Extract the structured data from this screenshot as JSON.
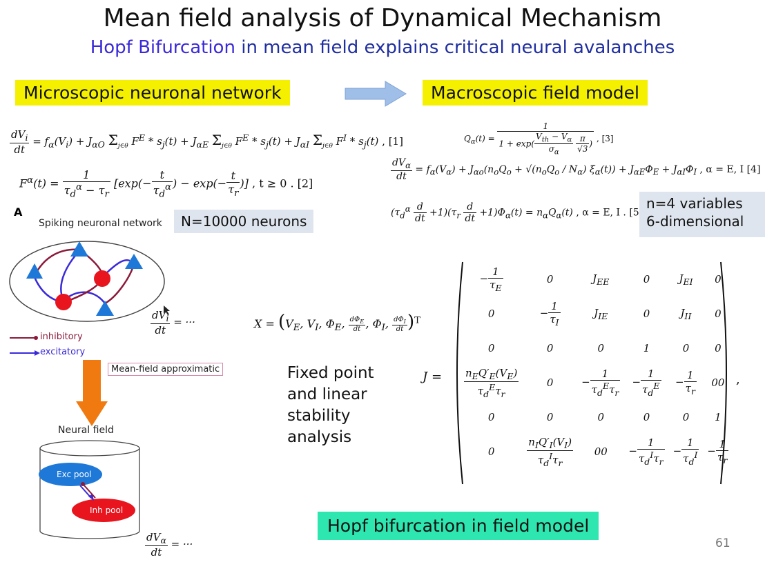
{
  "header": {
    "title": "Mean field analysis of Dynamical Mechanism",
    "subtitle_hl": "Hopf Bifurcation",
    "subtitle_rest": " in mean field explains critical neural  avalanches"
  },
  "tags": {
    "micro": "Microscopic neuronal network",
    "macro": "Macroscopic field model",
    "neurons": "N=10000 neurons",
    "variables_1": "n=4 variables",
    "variables_2": "6-dimensional",
    "hopf": "Hopf bifurcation in field model"
  },
  "equations": {
    "eq1": "dV_i/dt = f_α(V_i) + J_αO Σ F^E * s_j(t) + J_αE Σ F^E * s_j(t) + J_αI Σ F^I * s_j(t) , [1]",
    "eq2": "F^α(t) = 1/(τ_d^α − τ_r) [exp(−t/τ_d^α) − exp(−t/τ_r)] , t ≥ 0 . [2]",
    "eq3": "Q_α(t) = 1 / (1 + exp((V_th − V_α)/σ_α · π/√3)) , [3]",
    "eq4": "dV_α/dt = f_α(V_α) + J_αo(n_oQ_o + √(n_oQ_o / N_α) ξ_α(t)) + J_αE Φ_E + J_αI Φ_I , α = E, I [4]",
    "eq5": "(τ_d^α d/dt + 1)(τ_r d/dt + 1)Φ_α(t) = n_α Q_α(t) , α = E, I . [5]",
    "state": "X = (V_E, V_I, Φ_E, dΦ_E/dt, Φ_I, dΦ_I/dt)^T",
    "dvi": "dV_i/dt = ···",
    "dva": "dV_α/dt = ···",
    "jlabel": "J ="
  },
  "diagram": {
    "panel_letter": "A",
    "network_title": "Spiking neuronal network",
    "legend_inhibitory": "inhibitory",
    "legend_excitatory": "excitatory",
    "approx_label": "Mean-field approximatic",
    "field_title": "Neural field",
    "exc_pool": "Exc pool",
    "inh_pool": "Inh pool"
  },
  "analysis_text": [
    "Fixed point",
    "and linear",
    "stability",
    "analysis"
  ],
  "page_number": "61",
  "colors": {
    "highlight_yellow": "#f4f000",
    "highlight_cyan": "#2ee6b0",
    "box_gray": "#dfe5ee",
    "subtitle_blue": "#1f2ea0",
    "arrow_blue": "#9fbfe8",
    "arrow_orange": "#f07a10",
    "neuron_red": "#e8141e",
    "neuron_blue": "#1e78d8"
  }
}
